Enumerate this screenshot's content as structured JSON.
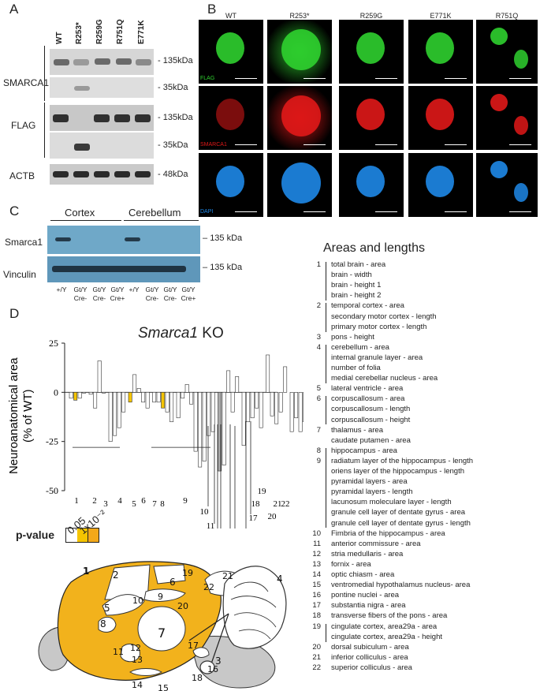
{
  "panel_letters": {
    "a": "A",
    "b": "B",
    "c": "C",
    "d": "D"
  },
  "panel_a": {
    "lanes": [
      "WT",
      "R253*",
      "R259G",
      "R751Q",
      "E771K"
    ],
    "group_labels": [
      "SMARCA1",
      "FLAG",
      "ACTB"
    ],
    "kda_labels": [
      "135kDa",
      "35kDa",
      "135kDa",
      "35kDa",
      "48kDa"
    ]
  },
  "panel_b": {
    "conditions": [
      "WT",
      "R253*",
      "R259G",
      "E771K",
      "R751Q"
    ],
    "channels": [
      "FLAG",
      "SMARCA1",
      "DAPI"
    ],
    "channel_colors": [
      "#2fd02f",
      "#e01818",
      "#1e88e8"
    ]
  },
  "panel_c": {
    "regions": [
      "Cortex",
      "Cerebellum"
    ],
    "rows": [
      "Smarca1",
      "Vinculin"
    ],
    "kda": [
      "135 kDa",
      "135 kDa"
    ],
    "genotypes": [
      "+/Y",
      "Gt/Y Cre-",
      "Gt/Y Cre-",
      "Gt/Y Cre+",
      "+/Y",
      "Gt/Y Cre-",
      "Gt/Y Cre-",
      "Gt/Y Cre+"
    ]
  },
  "chart_data": {
    "type": "bar",
    "title_italic": "Smarca1",
    "title_rest": " KO",
    "ylabel_line1": "Neuroanatomical area",
    "ylabel_line2": "(% of WT)",
    "yticks": [
      "25",
      "0",
      "-25",
      "-50"
    ],
    "ylim": [
      -50,
      25
    ],
    "values": [
      -3,
      -4,
      -3,
      0,
      -1,
      -8,
      16,
      0,
      -25,
      -22,
      -18,
      -10,
      -5,
      9,
      2,
      -5,
      -8,
      -5,
      -5,
      -8,
      -10,
      -15,
      -13,
      -3,
      4,
      -6,
      -30,
      -38,
      -35,
      -22,
      -20,
      -40,
      -37,
      11,
      -10,
      8,
      -27,
      -15,
      -13,
      -8,
      -18,
      19,
      -12,
      -16,
      -10,
      13,
      -20,
      -13,
      -20,
      -15,
      -8,
      -14,
      -7,
      -5
    ],
    "bar_fill": [
      "w",
      "y",
      "w",
      "w",
      "w",
      "w",
      "w",
      "w",
      "w",
      "w",
      "w",
      "w",
      "y",
      "w",
      "w",
      "w",
      "w",
      "w",
      "w",
      "y",
      "w",
      "w",
      "w",
      "w",
      "w",
      "w",
      "w",
      "w",
      "w",
      "w",
      "w",
      "g",
      "w",
      "w",
      "w",
      "w",
      "w",
      "w",
      "w",
      "w",
      "w",
      "w",
      "w",
      "w",
      "w",
      "w",
      "w",
      "w",
      "w",
      "w",
      "w",
      "w",
      "w",
      "w"
    ],
    "group_labels": [
      "1",
      "2",
      "3",
      "4",
      "5",
      "6",
      "7",
      "8",
      "9",
      "10",
      "11",
      "12",
      "13",
      "14",
      "15",
      "16",
      "17",
      "18",
      "19",
      "20",
      "21",
      "22"
    ],
    "legend_title": "p-value",
    "legend_labels": [
      "0.05",
      "1x10⁻²"
    ],
    "colors": {
      "white": "#ffffff",
      "yellow": "#f5c400",
      "orange": "#f3a81a",
      "gray": "#aaaaaa"
    }
  },
  "brain_map": {
    "labels": [
      "1",
      "2",
      "3",
      "4",
      "5",
      "6",
      "7",
      "8",
      "9",
      "10",
      "11",
      "12",
      "13",
      "14",
      "15",
      "16",
      "17",
      "18",
      "19",
      "20",
      "21",
      "22"
    ],
    "colors": {
      "affected": "#f2b21c",
      "unaffected": "#c8c8c8"
    }
  },
  "areas": {
    "title": "Areas and lengths",
    "items": [
      {
        "n": "1",
        "t": "total brain - area"
      },
      {
        "n": "",
        "t": "brain - width"
      },
      {
        "n": "",
        "t": "brain - height 1"
      },
      {
        "n": "",
        "t": "brain - height 2"
      },
      {
        "n": "2",
        "t": "temporal cortex - area"
      },
      {
        "n": "",
        "t": "secondary motor cortex - length"
      },
      {
        "n": "",
        "t": "primary motor cortex - length"
      },
      {
        "n": "3",
        "t": "pons - height"
      },
      {
        "n": "4",
        "t": "cerebellum - area"
      },
      {
        "n": "",
        "t": "internal granule layer - area"
      },
      {
        "n": "",
        "t": "number of folia"
      },
      {
        "n": "",
        "t": "medial cerebellar nucleus - area"
      },
      {
        "n": "5",
        "t": "lateral ventricle - area"
      },
      {
        "n": "6",
        "t": "corpuscallosum - area"
      },
      {
        "n": "",
        "t": "corpuscallosum - length"
      },
      {
        "n": "",
        "t": "corpuscallosum - height"
      },
      {
        "n": "7",
        "t": "thalamus - area"
      },
      {
        "n": "",
        "t": "caudate putamen - area"
      },
      {
        "n": "8",
        "t": "hippocampus - area"
      },
      {
        "n": "9",
        "t": "radiatum layer of the hippocampus - length"
      },
      {
        "n": "",
        "t": "oriens layer of the hippocampus - length"
      },
      {
        "n": "",
        "t": "pyramidal layers - area"
      },
      {
        "n": "",
        "t": "pyramidal layers - length"
      },
      {
        "n": "",
        "t": "lacunosum moleculare layer - length"
      },
      {
        "n": "",
        "t": "granule cell layer of dentate gyrus - area"
      },
      {
        "n": "",
        "t": "granule cell layer of dentate gyrus - length"
      },
      {
        "n": "10",
        "t": "Fimbria of the hippocampus - area"
      },
      {
        "n": "11",
        "t": "anterior commissure - area"
      },
      {
        "n": "12",
        "t": "stria medullaris - area"
      },
      {
        "n": "13",
        "t": "fornix - area"
      },
      {
        "n": "14",
        "t": "optic chiasm - area"
      },
      {
        "n": "15",
        "t": "ventromedial hypothalamus nucleus- area"
      },
      {
        "n": "16",
        "t": "pontine nuclei - area"
      },
      {
        "n": "17",
        "t": "substantia nigra - area"
      },
      {
        "n": "18",
        "t": "transverse fibers of the pons - area"
      },
      {
        "n": "19",
        "t": "cingulate cortex, area29a - area"
      },
      {
        "n": "",
        "t": "cingulate cortex, area29a - height"
      },
      {
        "n": "20",
        "t": "dorsal subiculum - area"
      },
      {
        "n": "21",
        "t": "inferior colliculus - area"
      },
      {
        "n": "22",
        "t": "superior colliculus - area"
      }
    ]
  }
}
